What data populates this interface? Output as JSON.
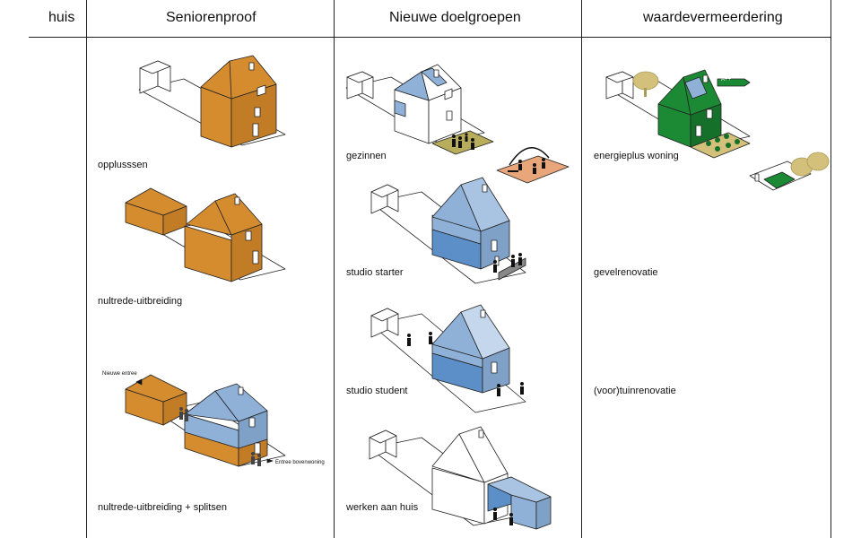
{
  "table": {
    "headers": {
      "huis": "huis",
      "seniorenproof": "Seniorenproof",
      "doelgroepen": "Nieuwe doelgroepen",
      "waarde": "waardevermeerdering"
    }
  },
  "seniorenproof": {
    "items": [
      {
        "label": "opplusssen"
      },
      {
        "label": "nultrede-uitbreiding"
      },
      {
        "label": "nultrede-uitbreiding + splitsen"
      }
    ],
    "annotations": {
      "nieuwe_entree": "Nieuwe entree",
      "entree_bovenwoning": "Entree bovenwoning"
    }
  },
  "doelgroepen": {
    "items": [
      {
        "label": "gezinnen"
      },
      {
        "label": "studio starter"
      },
      {
        "label": "studio student"
      },
      {
        "label": "werken aan huis"
      }
    ]
  },
  "waarde": {
    "items": [
      {
        "label": "energieplus woning"
      },
      {
        "label": "gevelrenovatie"
      },
      {
        "label": "(voor)tuinrenovatie"
      }
    ],
    "energy_label": "A++"
  },
  "colors": {
    "orange": "#d58c2f",
    "blue": "#8fb1d8",
    "green": "#1c8a35",
    "olive": "#b7ad5a",
    "salmon": "#e8a67a",
    "tree": "#d2c07b"
  }
}
